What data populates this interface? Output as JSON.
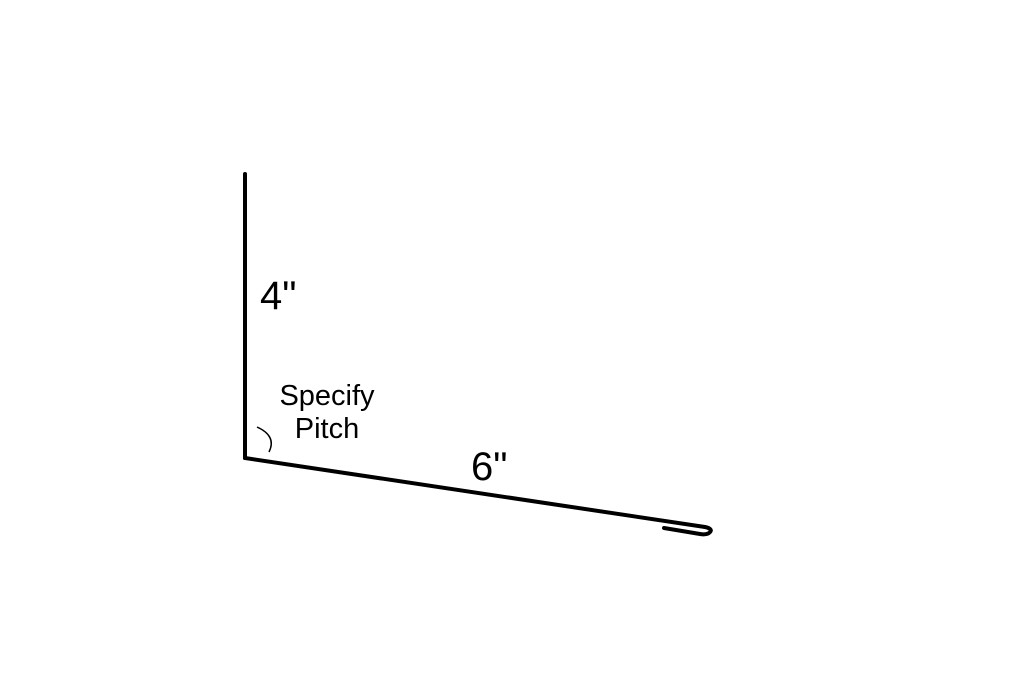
{
  "diagram": {
    "type": "flashing-profile",
    "stroke_color": "#000000",
    "background": "#ffffff",
    "labels": {
      "vertical_leg": "4\"",
      "horizontal_leg": "6\"",
      "angle_note_line1": "Specify",
      "angle_note_line2": "Pitch"
    },
    "segments": [
      {
        "name": "vertical-leg",
        "length": "4\""
      },
      {
        "name": "sloped-leg",
        "length": "6\""
      },
      {
        "name": "hemmed-end",
        "length": ""
      }
    ]
  }
}
